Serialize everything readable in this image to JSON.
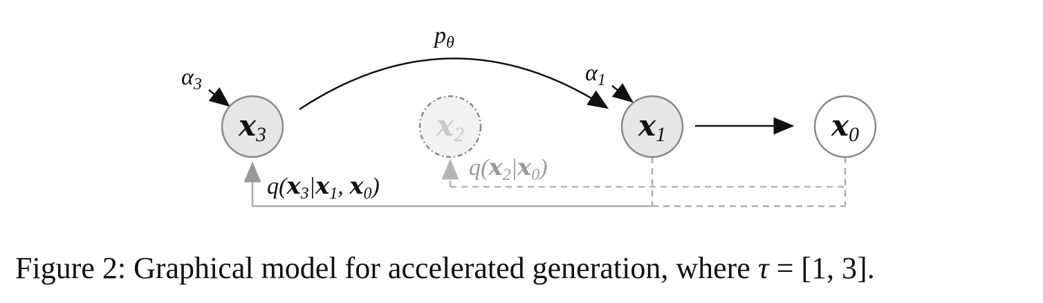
{
  "nodes": {
    "x3": {
      "base": "x",
      "sub": "3"
    },
    "x2": {
      "base": "x",
      "sub": "2"
    },
    "x1": {
      "base": "x",
      "sub": "1"
    },
    "x0": {
      "base": "x",
      "sub": "0"
    }
  },
  "labels": {
    "p_theta": {
      "base": "p",
      "sub": "θ"
    },
    "alpha3": {
      "base": "α",
      "sub": "3"
    },
    "alpha1": {
      "base": "α",
      "sub": "1"
    },
    "q_x3": {
      "prefix": "q(",
      "x3": "x",
      "s3": "3",
      "bar": "|",
      "x1": "x",
      "s1": "1",
      "comma": ", ",
      "x0": "x",
      "s0": "0",
      "suffix": ")"
    },
    "q_x2": {
      "prefix": "q(",
      "x2": "x",
      "s2": "2",
      "bar": "|",
      "x0": "x",
      "s0": "0",
      "suffix": ")"
    }
  },
  "colors": {
    "dark": "#111111",
    "gray": "#999999",
    "light_gray": "#b5b5b5",
    "node_fill": "#e6e6e6",
    "node_fill_faded": "#f2f2f2"
  },
  "caption": {
    "text": "Figure 2: Graphical model for accelerated generation, where ",
    "tau": "τ",
    "equals": " = [1, 3]."
  }
}
